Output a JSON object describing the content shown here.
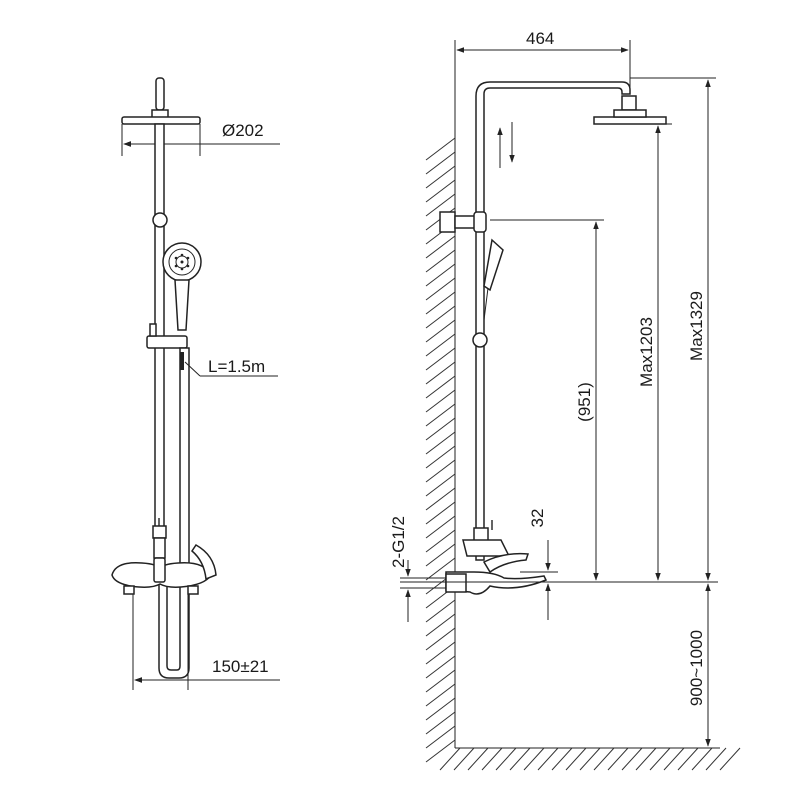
{
  "front_view": {
    "head_diameter": "Ø202",
    "hose_length": "L=1.5m",
    "inlet_spacing": "150±21"
  },
  "side_view": {
    "arm_reach": "464",
    "head_height": "Max1203",
    "total_height": "Max1329",
    "holder_height": "(951)",
    "outlet_offset": "32",
    "inlet_thread": "2-G1/2",
    "install_height": "900~1000"
  },
  "colors": {
    "line": "#222222",
    "background": "#ffffff"
  }
}
